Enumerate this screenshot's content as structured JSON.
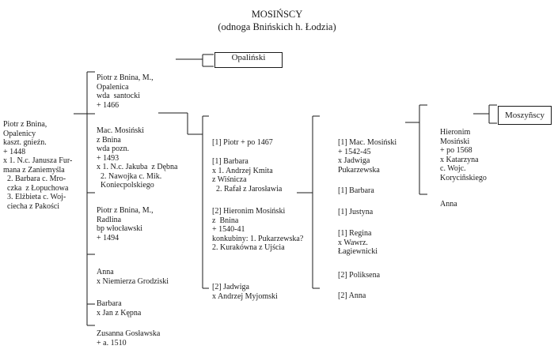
{
  "title": "MOSIŃSCY",
  "subtitle": "(odnoga  Bnińskich h. Łodzia)",
  "gen1": {
    "piotr": [
      "Piotr z Bnina,",
      "Opalenicy",
      "kaszt. gnieźn.",
      "+ 1448",
      "x 1. N.c. Janusza Fur-",
      "mana z Zaniemyśla",
      "  2. Barbara c. Mro-",
      "  czka  z Łopuchowa",
      "  3. Elżbieta c. Woj-",
      "  ciecha z Pakości"
    ]
  },
  "gen2": {
    "piotr_opalenica": [
      "Piotr z Bnina, M.,",
      "Opalenica",
      "wda  santocki",
      "+ 1466"
    ],
    "opalinscy": "Opaliński",
    "maciej": [
      "Mac. Mosiński",
      "z Bnina",
      "wda pozn.",
      "+ 1493",
      "x 1. N.c. Jakuba  z Dębna",
      "  2. Nawojka c. Mik.",
      "  Koniecpolskiego"
    ],
    "piotr_radlin": [
      "Piotr z Bnina, M.,",
      "Radlina",
      "bp włocławski",
      "+ 1494"
    ],
    "anna": [
      "Anna",
      "x Niemierza Grodziski"
    ],
    "barbara": [
      "Barbara",
      "x Jan z Kępna"
    ],
    "zuzanna": [
      "Zusanna Gosławska",
      "+ a. 1510"
    ]
  },
  "gen3": {
    "piotr": [
      "[1] Piotr + po 1467"
    ],
    "barbara": [
      "[1] Barbara",
      "x 1. Andrzej Kmita",
      "z Wiśnicza",
      "  2. Rafał z Jarosławia"
    ],
    "hieronim": [
      "[2] Hieronim Mosiński",
      "z  Bnina",
      "+ 1540-41",
      "konkubiny: 1. Pukarzewska?",
      "2. Kurakówna z Ujścia"
    ],
    "jadwiga": [
      "[2] Jadwiga",
      "x Andrzej Myjomski"
    ]
  },
  "gen4": {
    "maciej": [
      "[1] Mac. Mosiński",
      "+ 1542-45",
      "x Jadwiga",
      "Pukarzewska"
    ],
    "barbara": [
      "[1] Barbara"
    ],
    "justyna": [
      "[1] Justyna"
    ],
    "regina": [
      "[1] Regina",
      "x Wawrz.",
      "Łagiewnicki"
    ],
    "poliksena": [
      "[2] Poliksena"
    ],
    "anna": [
      "[2] Anna"
    ]
  },
  "gen5": {
    "hieronim": [
      "Hieronim",
      "Mosiński",
      "+ po 1568",
      "x Katarzyna",
      "c. Wojc.",
      "Koryciñskiego"
    ],
    "anna": [
      "Anna"
    ],
    "moszynscy": "Moszyñscy"
  }
}
